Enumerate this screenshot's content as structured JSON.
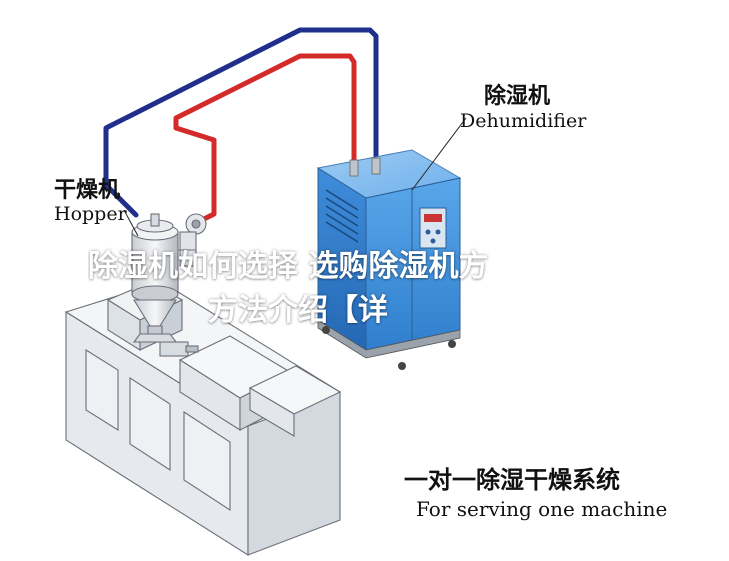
{
  "labels": {
    "dehumidifier_zh": "除湿机",
    "dehumidifier_en": "Dehumidifier",
    "hopper_zh": "干燥机",
    "hopper_en": "Hopper",
    "system_zh": "一对一除湿干燥系统",
    "system_en": "For serving one machine"
  },
  "overlay": {
    "line1": "除湿机如何选择 选购除湿机方",
    "line2": "方法介绍【详"
  },
  "colors": {
    "pipe_blue": "#1f2f8c",
    "pipe_red": "#d42a2a",
    "machine_blue": "#3d8fd8",
    "machine_gray": "#e8ebef",
    "outline": "#6b7078"
  }
}
